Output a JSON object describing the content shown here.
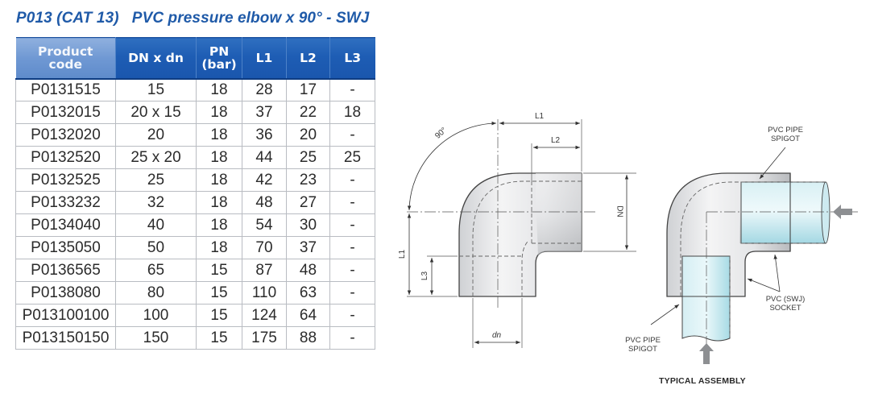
{
  "title": "P013 (CAT 13)   PVC pressure elbow x 90° - SWJ",
  "table": {
    "headers": [
      {
        "line1": "Product",
        "line2": "code"
      },
      {
        "line1": "DN x dn",
        "line2": ""
      },
      {
        "line1": "PN",
        "line2": "(bar)"
      },
      {
        "line1": "L1",
        "line2": ""
      },
      {
        "line1": "L2",
        "line2": ""
      },
      {
        "line1": "L3",
        "line2": ""
      }
    ],
    "rows": [
      [
        "P0131515",
        "15",
        "18",
        "28",
        "17",
        "-"
      ],
      [
        "P0132015",
        "20 x 15",
        "18",
        "37",
        "22",
        "18"
      ],
      [
        "P0132020",
        "20",
        "18",
        "36",
        "20",
        "-"
      ],
      [
        "P0132520",
        "25 x 20",
        "18",
        "44",
        "25",
        "25"
      ],
      [
        "P0132525",
        "25",
        "18",
        "42",
        "23",
        "-"
      ],
      [
        "P0133232",
        "32",
        "18",
        "48",
        "27",
        "-"
      ],
      [
        "P0134040",
        "40",
        "18",
        "54",
        "30",
        "-"
      ],
      [
        "P0135050",
        "50",
        "18",
        "70",
        "37",
        "-"
      ],
      [
        "P0136565",
        "65",
        "15",
        "87",
        "48",
        "-"
      ],
      [
        "P0138080",
        "80",
        "15",
        "110",
        "63",
        "-"
      ],
      [
        "P013100100",
        "100",
        "15",
        "124",
        "64",
        "-"
      ],
      [
        "P013150150",
        "150",
        "15",
        "175",
        "88",
        "-"
      ]
    ]
  },
  "dimension_drawing": {
    "angle": "90°",
    "labels": {
      "L1_top": "L1",
      "L2": "L2",
      "DN": "DN",
      "L1_side": "L1",
      "L3": "L3",
      "dn": "dn"
    }
  },
  "assembly_drawing": {
    "callouts": {
      "spigot_top": [
        "PVC PIPE",
        "SPIGOT"
      ],
      "socket": [
        "PVC (SWJ)",
        "SOCKET"
      ],
      "spigot_bottom": [
        "PVC PIPE",
        "SPIGOT"
      ]
    },
    "caption": "TYPICAL ASSEMBLY"
  },
  "colors": {
    "title": "#1f5aa8",
    "header_blue": "#1e5db4",
    "pipe_cyan": "#bfe6ee"
  }
}
